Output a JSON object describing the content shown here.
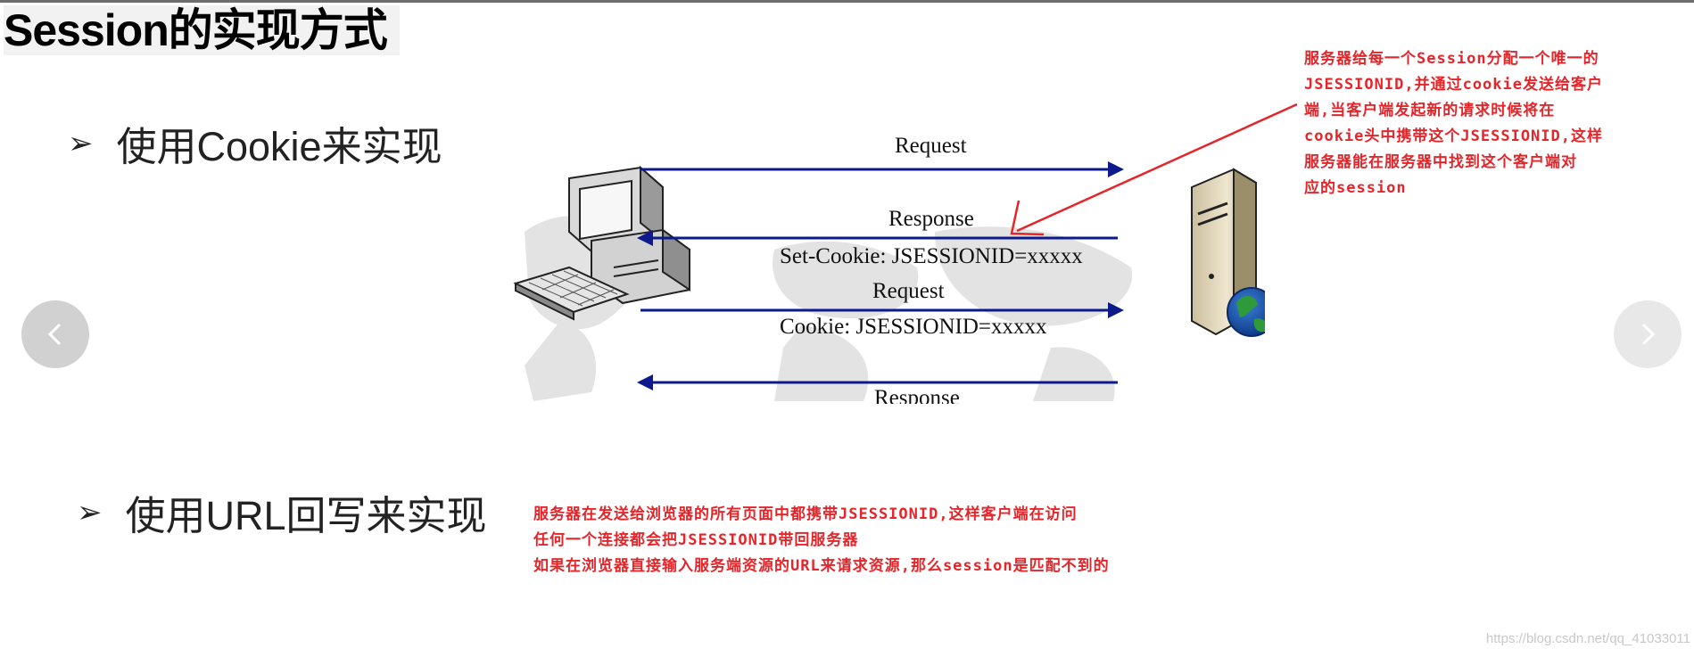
{
  "slide": {
    "title": "Session的实现方式",
    "bullet_marker": "➢",
    "bullets": [
      {
        "text": "使用Cookie来实现"
      },
      {
        "text": "使用URL回写来实现"
      }
    ]
  },
  "diagram": {
    "client_icon": "desktop-computer-icon",
    "server_icon": "server-globe-icon",
    "messages": {
      "request_1": "Request",
      "response_1": "Response",
      "response_1_header": "Set-Cookie: JSESSIONID=xxxxx",
      "request_2": "Request",
      "request_2_header": "Cookie: JSESSIONID=xxxxx",
      "response_2": "Response"
    },
    "arrow_color": "#0c1a8c"
  },
  "annotations": {
    "cookie_note_lines": [
      "服务器给每一个Session分配一个唯一的",
      "JSESSIONID,并通过cookie发送给客户",
      "端,当客户端发起新的请求时候将在",
      "cookie头中携带这个JSESSIONID,这样",
      "服务器能在服务器中找到这个客户端对",
      "应的session"
    ],
    "url_note_lines": [
      "服务器在发送给浏览器的所有页面中都携带JSESSIONID,这样客户端在访问",
      "任何一个连接都会把JSESSIONID带回服务器",
      "如果在浏览器直接输入服务端资源的URL来请求资源,那么session是匹配不到的"
    ],
    "color": "#e4262b"
  },
  "navigation": {
    "prev_icon": "chevron-left-icon",
    "next_icon": "chevron-right-icon"
  },
  "watermark": "https://blog.csdn.net/qq_41033011"
}
